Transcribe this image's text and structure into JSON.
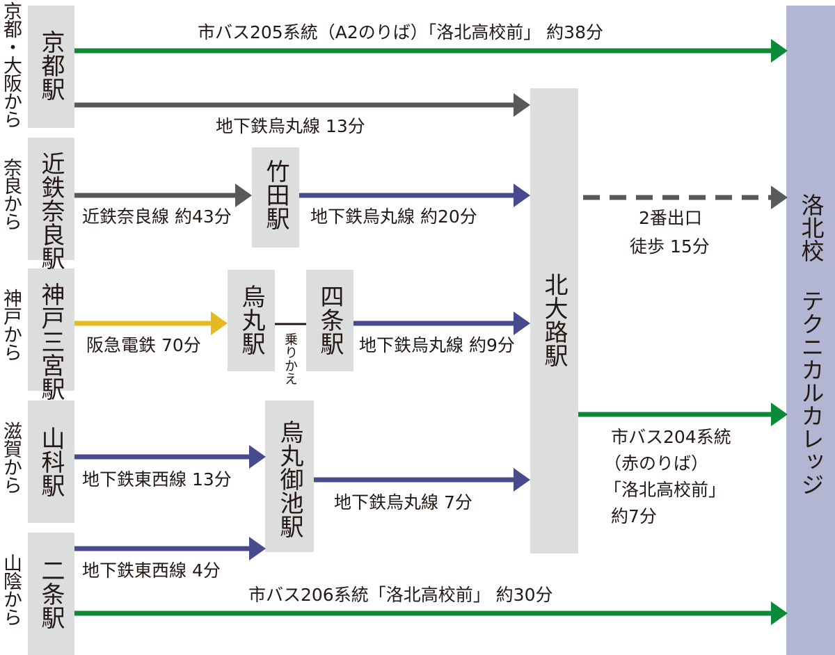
{
  "colors": {
    "green": "#0c8a3a",
    "gray": "#58595b",
    "navy": "#484a8e",
    "yellow": "#e7b920",
    "station_box": "#dcdddd",
    "target_box": "#b2b6d2"
  },
  "regions": {
    "kyoto_osaka": "京都・大阪から",
    "nara": "奈良から",
    "kobe": "神戸から",
    "shiga": "滋賀から",
    "sanin": "山陰から"
  },
  "stations": {
    "kyoto": "京都駅",
    "kintetsu_nara": "近鉄奈良駅",
    "kobe_sannomiya": "神戸三宮駅",
    "yamashina": "山科駅",
    "nijo": "二条駅",
    "takeda": "竹田駅",
    "karasuma": "烏丸駅",
    "shijo": "四条駅",
    "karasuma_oike": "烏丸御池駅",
    "kitaoji": "北大路駅"
  },
  "target": "洛北校 テクニカルカレッジ",
  "transfer_note": "乗りかえ",
  "routes": {
    "bus205": "市バス205系統（A2のりば）「洛北高校前」 約38分",
    "kyoto_subway": "地下鉄烏丸線 13分",
    "kintetsu": "近鉄奈良線 約43分",
    "takeda_subway": "地下鉄烏丸線 約20分",
    "walk_exit": "2番出口",
    "walk_time": "徒歩 15分",
    "hankyu": "阪急電鉄 70分",
    "shijo_subway": "地下鉄烏丸線 約9分",
    "bus204_line1": "市バス204系統",
    "bus204_line2": "（赤のりば）",
    "bus204_line3": "「洛北高校前」",
    "bus204_line4": "約7分",
    "tozai_yamashina": "地下鉄東西線 13分",
    "oike_subway": "地下鉄烏丸線 7分",
    "tozai_nijo": "地下鉄東西線 4分",
    "bus206": "市バス206系統「洛北高校前」 約30分"
  }
}
